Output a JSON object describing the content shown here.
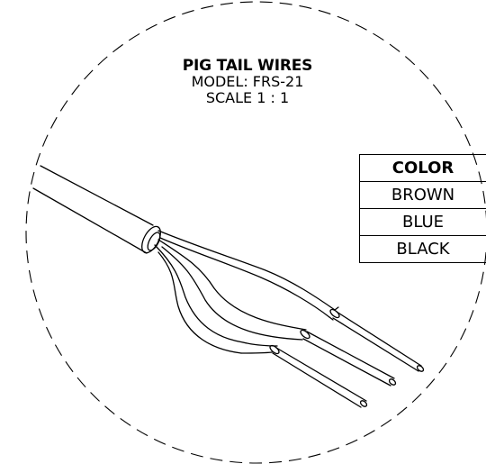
{
  "title": {
    "main": "PIG TAIL WIRES",
    "model": "MODEL: FRS-21",
    "scale": "SCALE 1 : 1"
  },
  "color_table": {
    "header": "COLOR",
    "rows": [
      "BROWN",
      "BLUE",
      "BLACK"
    ]
  },
  "colors": {
    "line": "#000000",
    "background": "#ffffff"
  }
}
